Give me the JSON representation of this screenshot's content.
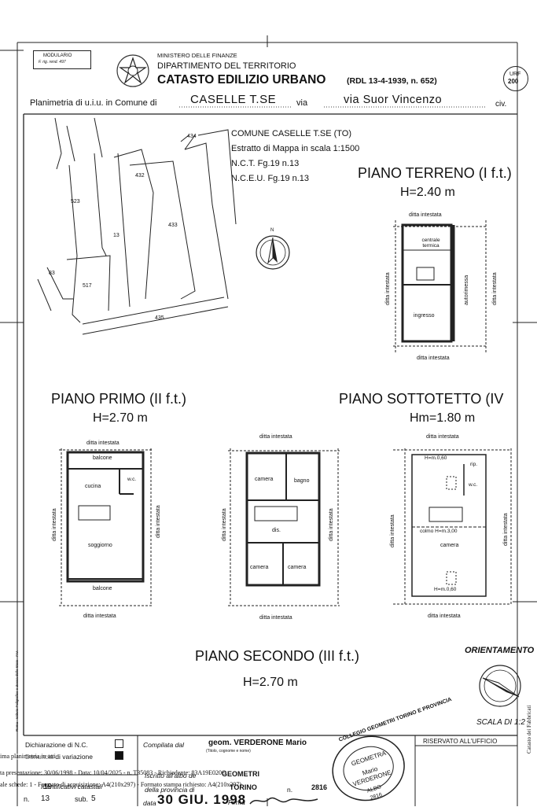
{
  "header": {
    "modulario_line1": "MODULARIO",
    "modulario_line2": "F. rig. rend. 497",
    "ministry": "MINISTERO DELLE FINANZE",
    "department": "DIPARTIMENTO DEL TERRITORIO",
    "catasto": "CATASTO EDILIZIO URBANO",
    "rdl": "(RDL 13-4-1939, n. 652)",
    "mod_badge_line1": "URF",
    "mod_badge_line2": "200",
    "planimetria_label": "Planimetria di u.i.u. in Comune di",
    "comune": "CASELLE T.SE",
    "via_label": "via",
    "via": "via Suor Vincenzo",
    "civ_label": "civ."
  },
  "estratto": {
    "line1": "COMUNE CASELLE T.SE (TO)",
    "line2": "Estratto di Mappa in scala 1:1500",
    "line3": "N.C.T. Fg.19 n.13",
    "line4": "N.C.E.U. Fg.19 n.13",
    "parcels": [
      "434",
      "432",
      "523",
      "13",
      "433",
      "83",
      "517",
      "435"
    ],
    "north": "N"
  },
  "floors": {
    "terreno": {
      "title": "PIANO TERRENO (I f.t.)",
      "height": "H=2.40 m",
      "top": "ditta intestata",
      "bottom": "ditta intestata",
      "left": "ditta intestata",
      "right": "ditta intestata",
      "rooms": [
        "centrale termica",
        "ingresso",
        "autorimessa"
      ]
    },
    "primo": {
      "title": "PIANO PRIMO (II f.t.)",
      "height": "H=2.70 m",
      "top": "ditta intestata",
      "bottom": "ditta intestata",
      "left": "ditta intestata",
      "right": "ditta intestata",
      "rooms": [
        "balcone",
        "cucina",
        "w.c.",
        "soggiorno",
        "balcone"
      ]
    },
    "secondo": {
      "title": "PIANO SECONDO (III f.t.)",
      "height": "H=2.70 m",
      "top": "ditta intestata",
      "bottom": "ditta intestata",
      "left": "ditta intestata",
      "right": "ditta intestata",
      "rooms": [
        "camera",
        "bagno",
        "dis.",
        "camera",
        "camera"
      ]
    },
    "sottotetto": {
      "title": "PIANO SOTTOTETTO (IV",
      "height": "Hm=1.80 m",
      "top": "ditta intestata",
      "bottom": "ditta intestata",
      "left": "ditta intestata",
      "right": "ditta intestata",
      "rooms": [
        "H=m.0,60",
        "rip.",
        "w.c.",
        "colmo H=m.3,00",
        "camera",
        "H=m.0,60"
      ]
    }
  },
  "orientamento": "ORIENTAMENTO",
  "scala": "SCALA DI 1:2",
  "stamp_side": "Catasto dei Fabbricati",
  "left_margin": "Roma - Istituto Poligrafico e Zecca dello Stato - P.V.",
  "footer": {
    "dichiarazione": "Dichiarazione di N.C.",
    "denuncia": "Denuncia di variazione",
    "compilata_label": "Compilata dal",
    "compilata_value": "geom. VERDERONE Mario",
    "titolo_label": "(Titolo, cognome e nome)",
    "iscritto_label": "Iscritto all'albo de",
    "iscritto_value": "GEOMETRI",
    "provincia_label": "della provincia di",
    "provincia_value": "TORINO",
    "n_label": "n.",
    "n_value": "2816",
    "data_label": "data",
    "data_value": "30 GIU. 1998",
    "firma_label": "Firma",
    "riservato": "RISERVATO ALL'UFFICIO",
    "identificativi": "Identificativi catastali",
    "foglio": "19",
    "n_ident_label": "n.",
    "n_ident": "13",
    "sub_label": "sub.",
    "sub": "5",
    "overlay1": "ima planimetria in atti",
    "overlay2": "ta presentazione: 30/06/1998 - Data: 10/04/2025 - n. T35083 - Richiedente: 83A19E020O",
    "overlay3": "ale schede: 1 - Formato di acquisizione: A4(210x297) - Formato stampa richiesto: A4(210x297)",
    "stamp_ring": "COLLEGIO GEOMETRI TORINO E PROVINCIA",
    "stamp_l1": "GEOMETRA",
    "stamp_l2": "Mario",
    "stamp_l3": "VERDERONE",
    "stamp_l4": "ALBO",
    "stamp_l5": "2816"
  }
}
